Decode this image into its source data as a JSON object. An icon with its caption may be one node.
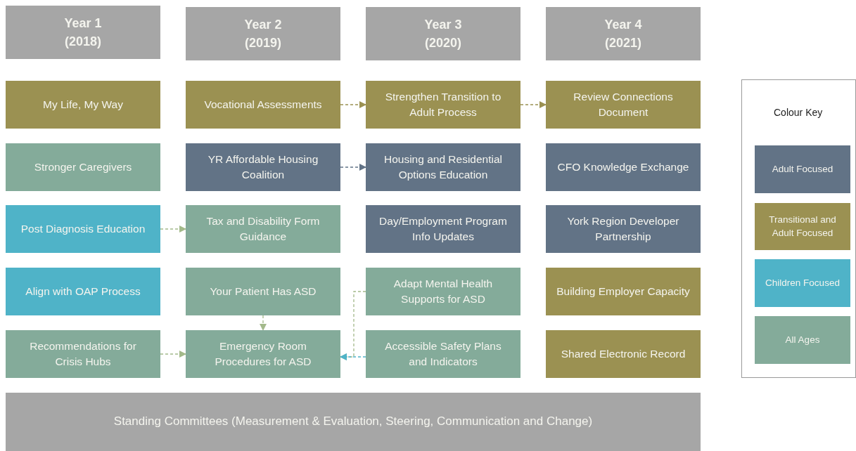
{
  "diagram": {
    "nodes": [
      {
        "text": [
          "Year 1 (2018)"
        ]
      },
      {
        "text": [
          "Year 2 (2019)"
        ]
      },
      {
        "text": [
          "Year 3 (2020)"
        ]
      },
      {
        "text": [
          "Year 4 (2021)"
        ]
      },
      {
        "text": [
          "My Life, My Way"
        ]
      },
      {
        "text": [
          "Vocational Assessments"
        ]
      },
      {
        "text": [
          "Strengthen Transition to Adult Process"
        ]
      },
      {
        "text": [
          "Review Connections Document"
        ]
      },
      {
        "text": [
          "Stronger Caregivers"
        ]
      },
      {
        "text": [
          "YR Affordable Housing Coalition"
        ]
      },
      {
        "text": [
          "Housing and Residential Options Education"
        ]
      },
      {
        "text": [
          "CFO Knowledge Exchange"
        ]
      },
      {
        "text": [
          "Post Diagnosis Education"
        ]
      },
      {
        "text": [
          "Tax and Disability Form Guidance"
        ]
      },
      {
        "text": [
          "Day/Employment Program Info Updates"
        ]
      },
      {
        "text": [
          "York Region Developer Partnership"
        ]
      },
      {
        "text": [
          "Align with OAP Process"
        ]
      },
      {
        "text": [
          "Your Patient Has ASD"
        ]
      },
      {
        "text": [
          "Adapt Mental Health Supports for ASD"
        ]
      },
      {
        "text": [
          "Building Employer Capacity"
        ]
      },
      {
        "text": [
          "Recommendations for Crisis Hubs"
        ]
      },
      {
        "text": [
          "Emergency Room Procedures for ASD"
        ]
      },
      {
        "text": [
          "Accessible Safety Plans and Indicators"
        ]
      },
      {
        "text": [
          "Shared Electronic Record"
        ]
      },
      {
        "text": [
          "Standing Committees (Measurement & Evaluation, Steering, Communication and Change)"
        ]
      }
    ],
    "edges": [
      {
        "from": 5,
        "to": 6,
        "arrow": "to",
        "style": "dashed",
        "color": "#9b9152"
      },
      {
        "from": 6,
        "to": 7,
        "arrow": "to",
        "style": "dashed",
        "color": "#9b9152"
      },
      {
        "from": 9,
        "to": 10,
        "arrow": "to",
        "style": "dashed",
        "color": "#627386"
      },
      {
        "from": 12,
        "to": 13,
        "arrow": "to",
        "style": "dashed"
      },
      {
        "from": 17,
        "to": 21,
        "arrow": "to",
        "style": "dashed"
      },
      {
        "from": 20,
        "to": 21,
        "arrow": "to",
        "style": "dashed"
      },
      {
        "from": 18,
        "to": 21,
        "arrow": "to",
        "style": "dashed"
      },
      {
        "from": 22,
        "to": 21,
        "arrow": "to",
        "style": "dashed",
        "color": "#4fb3c8"
      }
    ],
    "labels": [
      "Colour Key"
    ],
    "legend": [
      {
        "text": "Adult Focused",
        "color": "#627386"
      },
      {
        "text": "Transitional and Adult Focused",
        "color": "#9b9152"
      },
      {
        "text": "Children Focused",
        "color": "#4fb3c8"
      },
      {
        "text": "All Ages",
        "color": "#84ab9a"
      }
    ]
  }
}
